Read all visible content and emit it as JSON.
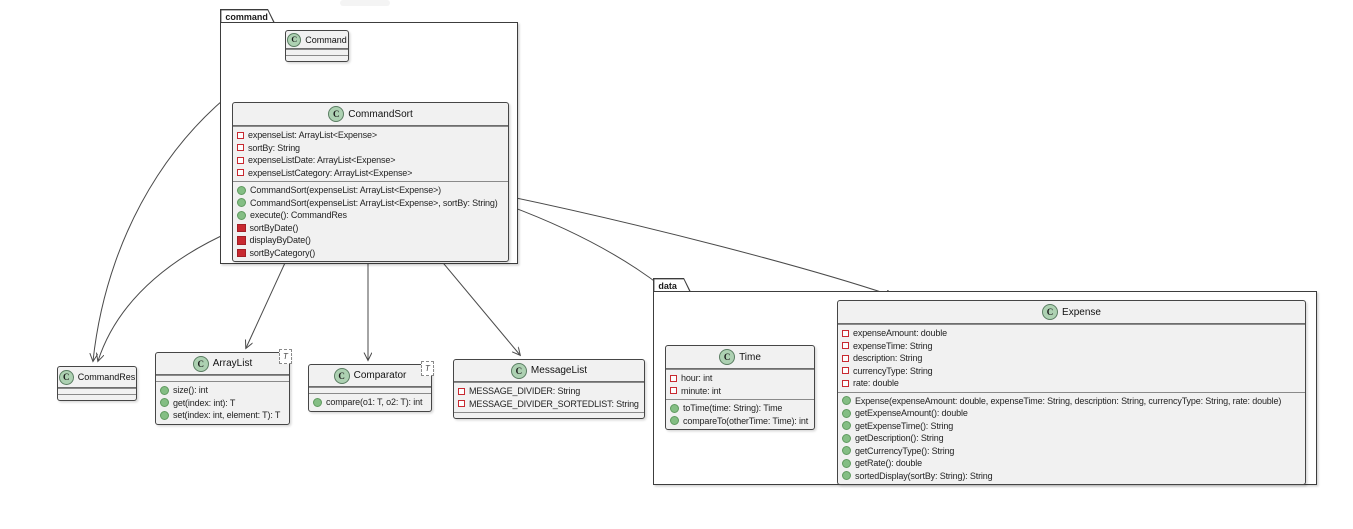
{
  "packages": {
    "command": {
      "label": "command"
    },
    "data": {
      "label": "data"
    }
  },
  "classes": {
    "command": {
      "name": "Command",
      "icon": "C"
    },
    "commandSort": {
      "name": "CommandSort",
      "icon": "C",
      "fields": [
        {
          "visibility": "private-field",
          "text": "expenseList: ArrayList<Expense>"
        },
        {
          "visibility": "private-field",
          "text": "sortBy: String"
        },
        {
          "visibility": "private-field",
          "text": "expenseListDate: ArrayList<Expense>"
        },
        {
          "visibility": "private-field",
          "text": "expenseListCategory: ArrayList<Expense>"
        }
      ],
      "methods": [
        {
          "visibility": "public-method",
          "text": "CommandSort(expenseList: ArrayList<Expense>)"
        },
        {
          "visibility": "public-method",
          "text": "CommandSort(expenseList: ArrayList<Expense>, sortBy: String)"
        },
        {
          "visibility": "public-method",
          "text": "execute(): CommandRes"
        },
        {
          "visibility": "private-method",
          "text": "sortByDate()"
        },
        {
          "visibility": "private-method",
          "text": "displayByDate()"
        },
        {
          "visibility": "private-method",
          "text": "sortByCategory()"
        }
      ]
    },
    "commandRes": {
      "name": "CommandRes",
      "icon": "C"
    },
    "arrayList": {
      "name": "ArrayList",
      "icon": "C",
      "generic": "T",
      "methods": [
        {
          "visibility": "public-method",
          "text": "size(): int"
        },
        {
          "visibility": "public-method",
          "text": "get(index: int): T"
        },
        {
          "visibility": "public-method",
          "text": "set(index: int, element: T): T"
        }
      ]
    },
    "comparator": {
      "name": "Comparator",
      "icon": "C",
      "generic": "T",
      "methods": [
        {
          "visibility": "public-method",
          "text": "compare(o1: T, o2: T): int"
        }
      ]
    },
    "messageList": {
      "name": "MessageList",
      "icon": "C",
      "fields": [
        {
          "visibility": "private-field",
          "text": "MESSAGE_DIVIDER: String"
        },
        {
          "visibility": "private-field",
          "text": "MESSAGE_DIVIDER_SORTEDLIST: String"
        }
      ]
    },
    "time": {
      "name": "Time",
      "icon": "C",
      "fields": [
        {
          "visibility": "private-field",
          "text": "hour: int"
        },
        {
          "visibility": "private-field",
          "text": "minute: int"
        }
      ],
      "methods": [
        {
          "visibility": "public-method",
          "text": "toTime(time: String): Time"
        },
        {
          "visibility": "public-method",
          "text": "compareTo(otherTime: Time): int"
        }
      ]
    },
    "expense": {
      "name": "Expense",
      "icon": "C",
      "fields": [
        {
          "visibility": "private-field",
          "text": "expenseAmount: double"
        },
        {
          "visibility": "private-field",
          "text": "expenseTime: String"
        },
        {
          "visibility": "private-field",
          "text": "description: String"
        },
        {
          "visibility": "private-field",
          "text": "currencyType: String"
        },
        {
          "visibility": "private-field",
          "text": "rate: double"
        }
      ],
      "methods": [
        {
          "visibility": "public-method",
          "text": "Expense(expenseAmount: double, expenseTime: String, description: String, currencyType: String, rate: double)"
        },
        {
          "visibility": "public-method",
          "text": "getExpenseAmount(): double"
        },
        {
          "visibility": "public-method",
          "text": "getExpenseTime(): String"
        },
        {
          "visibility": "public-method",
          "text": "getDescription(): String"
        },
        {
          "visibility": "public-method",
          "text": "getCurrencyType(): String"
        },
        {
          "visibility": "public-method",
          "text": "getRate(): double"
        },
        {
          "visibility": "public-method",
          "text": "sortedDisplay(sortBy: String): String"
        }
      ]
    }
  },
  "edges": [
    {
      "from": "Command",
      "to": "CommandSort"
    },
    {
      "from": "Command",
      "to": "CommandRes"
    },
    {
      "from": "CommandSort",
      "to": "CommandRes"
    },
    {
      "from": "CommandSort",
      "to": "ArrayList"
    },
    {
      "from": "CommandSort",
      "to": "Comparator"
    },
    {
      "from": "CommandSort",
      "to": "MessageList"
    },
    {
      "from": "CommandSort",
      "to": "Expense"
    },
    {
      "from": "CommandSort",
      "to": "Time"
    }
  ],
  "colors": {
    "class_fill": "#f1f1f1",
    "class_border": "#464646",
    "icon_circle_fill": "#add1b2",
    "public_green": "#84be84",
    "private_red": "#c82930",
    "edge": "#4a4a4a"
  }
}
